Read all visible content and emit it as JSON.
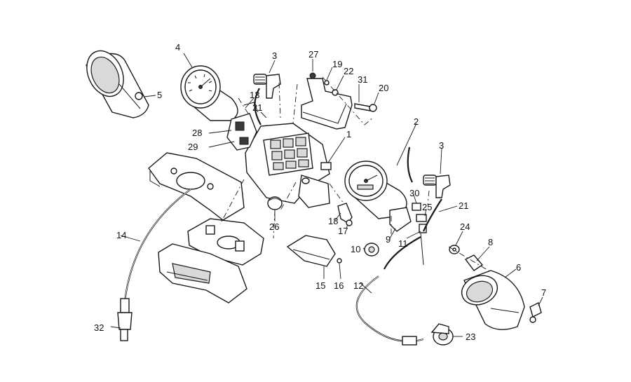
{
  "diagram": {
    "callouts": [
      {
        "id": "c4",
        "label": "4"
      },
      {
        "id": "c3a",
        "label": "3"
      },
      {
        "id": "c27",
        "label": "27"
      },
      {
        "id": "c19",
        "label": "19"
      },
      {
        "id": "c22",
        "label": "22"
      },
      {
        "id": "c31",
        "label": "31"
      },
      {
        "id": "c20",
        "label": "20"
      },
      {
        "id": "c5",
        "label": "5"
      },
      {
        "id": "c13",
        "label": "13"
      },
      {
        "id": "c21a",
        "label": "21"
      },
      {
        "id": "c28",
        "label": "28"
      },
      {
        "id": "c29",
        "label": "29"
      },
      {
        "id": "c1",
        "label": "1"
      },
      {
        "id": "c2",
        "label": "2"
      },
      {
        "id": "c3b",
        "label": "3"
      },
      {
        "id": "c30",
        "label": "30"
      },
      {
        "id": "c21b",
        "label": "21"
      },
      {
        "id": "c25",
        "label": "25"
      },
      {
        "id": "c26",
        "label": "26"
      },
      {
        "id": "c18",
        "label": "18"
      },
      {
        "id": "c17",
        "label": "17"
      },
      {
        "id": "c9",
        "label": "9"
      },
      {
        "id": "c11",
        "label": "11"
      },
      {
        "id": "c24",
        "label": "24"
      },
      {
        "id": "c8",
        "label": "8"
      },
      {
        "id": "c14",
        "label": "14"
      },
      {
        "id": "c10",
        "label": "10"
      },
      {
        "id": "c6",
        "label": "6"
      },
      {
        "id": "c15",
        "label": "15"
      },
      {
        "id": "c16",
        "label": "16"
      },
      {
        "id": "c12",
        "label": "12"
      },
      {
        "id": "c7",
        "label": "7"
      },
      {
        "id": "c23",
        "label": "23"
      },
      {
        "id": "c32",
        "label": "32"
      }
    ]
  }
}
